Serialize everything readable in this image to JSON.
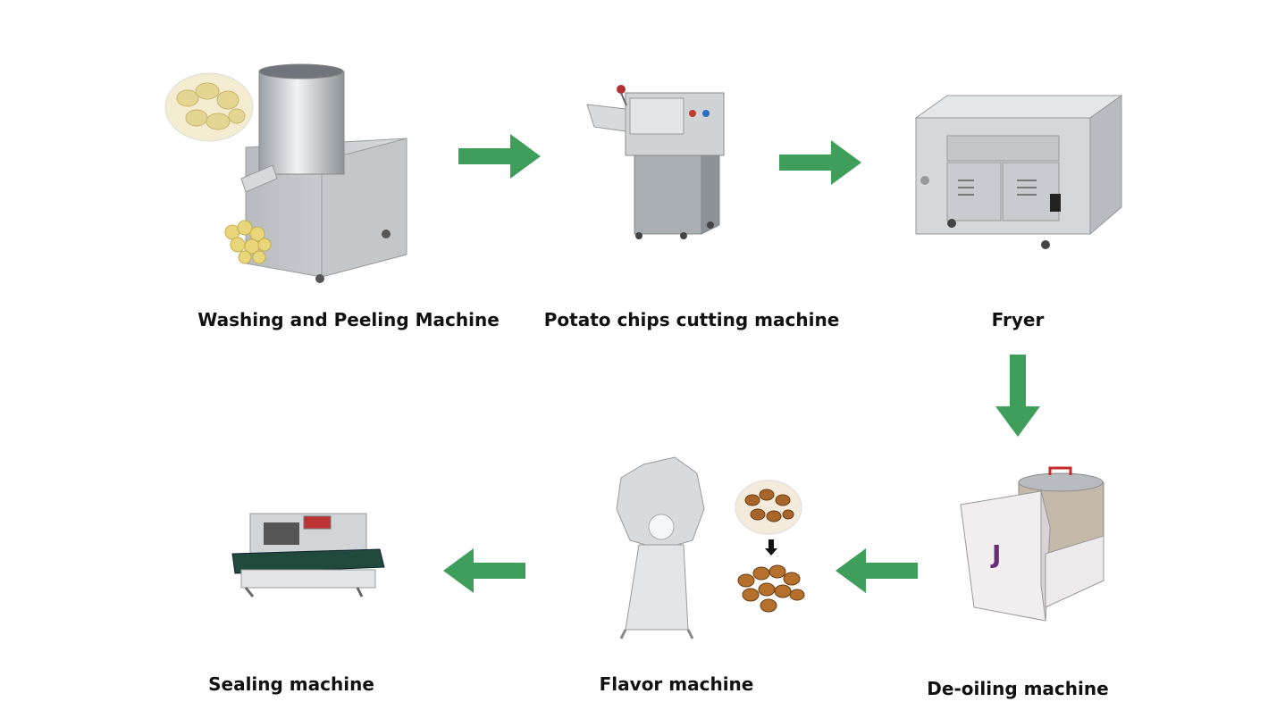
{
  "steps": [
    {
      "id": "washing",
      "label": "Washing and Peeling Machine"
    },
    {
      "id": "cutting",
      "label": "Potato chips cutting machine"
    },
    {
      "id": "fryer",
      "label": "Fryer"
    },
    {
      "id": "deoiling",
      "label": "De-oiling machine"
    },
    {
      "id": "flavor",
      "label": "Flavor machine"
    },
    {
      "id": "sealing",
      "label": "Sealing machine"
    }
  ],
  "colors": {
    "arrow": "#3f9e5a",
    "steel": "#c8ccd0",
    "steel_dark": "#8d9296",
    "potato": "#e2cf8a",
    "nut": "#a8662a",
    "belt": "#1f4a3c"
  }
}
